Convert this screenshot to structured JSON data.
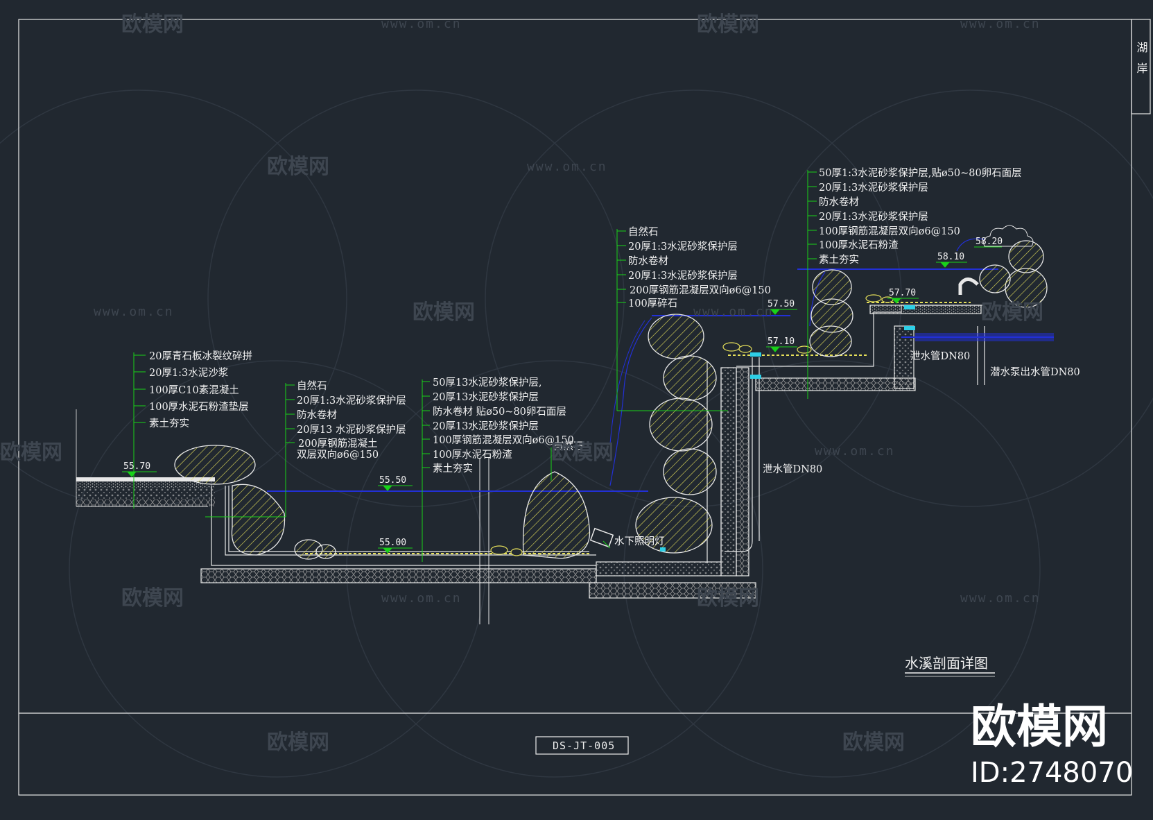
{
  "watermark": {
    "brand": "欧模网",
    "url": "www.om.cn",
    "id": "ID:2748070"
  },
  "drawing": {
    "side_title": "湖岸",
    "title": "水溪剖面详图",
    "code": "DS-JT-005"
  },
  "elevations": [
    "55.70",
    "55.50",
    "55.00",
    "57.50",
    "57.10",
    "57.70",
    "58.10",
    "58.20"
  ],
  "callouts": {
    "pavement": [
      "20厚青石板冰裂纹碎拼",
      "20厚1:3水泥沙浆",
      "100厚C10素混凝土",
      "100厚水泥石粉渣垫层",
      "素土夯实"
    ],
    "left_wall": [
      "自然石",
      "20厚1:3水泥砂浆保护层",
      "防水卷材",
      "20厚13 水泥砂浆保护层",
      "200厚钢筋混凝土",
      "双层双向ø6@150"
    ],
    "bed": [
      "50厚13水泥砂浆保护层,",
      "20厚13水泥砂浆保护层",
      "防水卷材 贴ø50~80卵石面层",
      "20厚13水泥砂浆保护层",
      "100厚钢筋混凝层双向ø6@150",
      "100厚水泥石粉渣",
      "素土夯实"
    ],
    "mid_wall": [
      "自然石",
      "20厚1:3水泥砂浆保护层",
      "防水卷材",
      "20厚1:3水泥砂浆保护层",
      "200厚钢筋混凝层双向ø6@150",
      "100厚碎石"
    ],
    "upper": [
      "50厚1:3水泥砂浆保护层,贴ø50~80卵石面层",
      "20厚1:3水泥砂浆保护层",
      "防水卷材",
      "20厚1:3水泥砂浆保护层",
      "100厚钢筋混凝层双向ø6@150",
      "100厚水泥石粉渣",
      "素土夯实"
    ],
    "natural_stone": "自然石",
    "underwater_light": "水下照明灯",
    "drain_pipe_lower": "泄水管DN80",
    "drain_pipe_upper": "泄水管DN80",
    "pump_outlet": "潜水泵出水管DN80"
  },
  "colors": {
    "background": "#212830",
    "line": "#f2f2f2",
    "leader": "#19d219",
    "stone": "#e6e05a",
    "water": "#2230d6",
    "cyan": "#2ecfe6"
  }
}
